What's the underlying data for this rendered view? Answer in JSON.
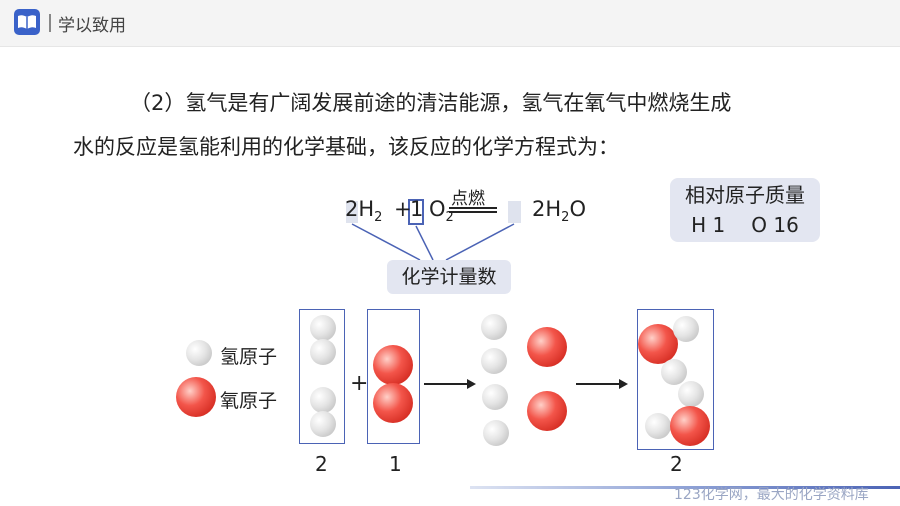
{
  "header": {
    "title": "学以致用"
  },
  "question": {
    "line1": "（2）氢气是有广阔发展前途的清洁能源，氢气在氧气中燃烧生成",
    "line2": "水的反应是氢能利用的化学基础，该反应的化学方程式为："
  },
  "equation": {
    "coef_h2": "2",
    "h": "H",
    "h2_sub": "2",
    "plus": "+",
    "coef_o2": "1",
    "o": "O",
    "o2_sub": "2",
    "condition": "点燃",
    "product_coef": "2",
    "product_h": "H",
    "product_h_sub": "2",
    "product_o": "O",
    "coefficient_label": "化学计量数"
  },
  "relative_mass": {
    "title": "相对原子质量",
    "h": "H 1",
    "o": "O 16"
  },
  "legend": {
    "hydrogen": "氢原子",
    "oxygen": "氧原子"
  },
  "diagram": {
    "plus": "+",
    "count_h2": "2",
    "count_o2": "1",
    "count_h2o": "2"
  },
  "watermark": "123化学网，最大的化学资料库",
  "colors": {
    "accent": "#4b63b5",
    "oxygen": "#e8392f",
    "hydrogen": "#d8d8d8"
  }
}
